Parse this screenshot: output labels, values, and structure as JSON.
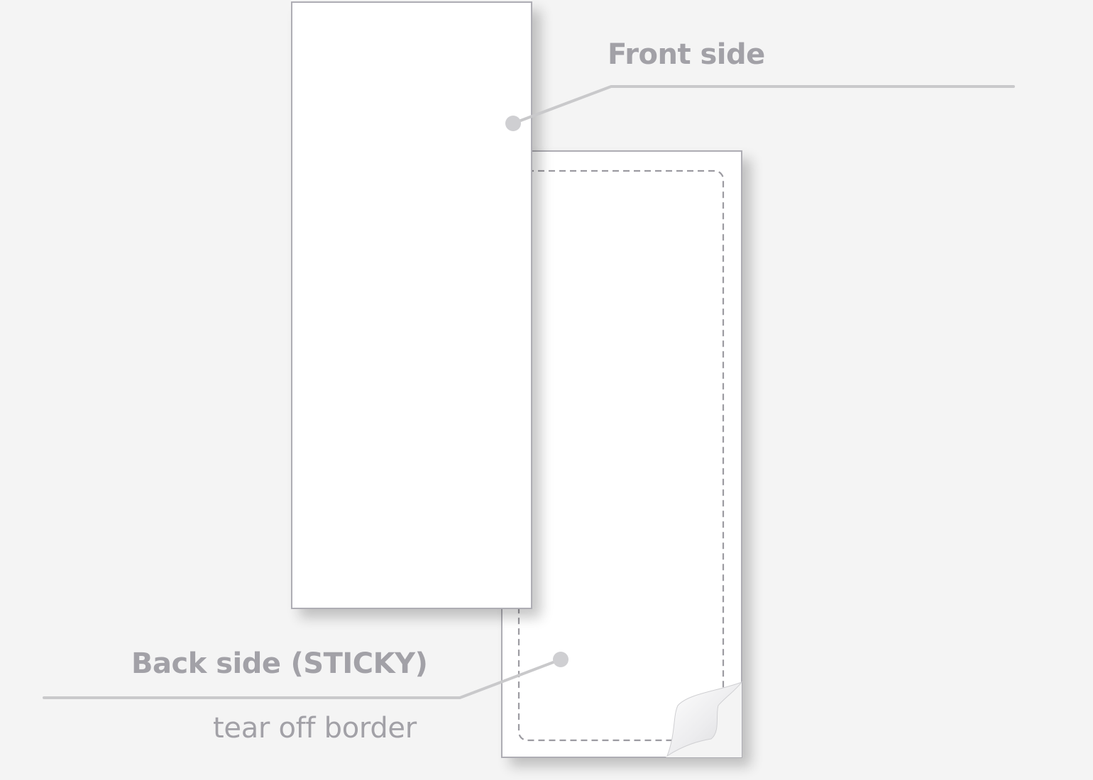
{
  "labels": {
    "front_side": "Front side",
    "back_side": "Back side",
    "sticky": "(STICKY)",
    "tear_off_border": "tear off border"
  },
  "colors": {
    "background": "#f4f4f4",
    "sheet_fill": "#ffffff",
    "sheet_border": "#aeadb4",
    "dashed_border": "#9c9ba1",
    "leader_line": "#c9c9cb",
    "label_text": "#a2a1a7"
  }
}
